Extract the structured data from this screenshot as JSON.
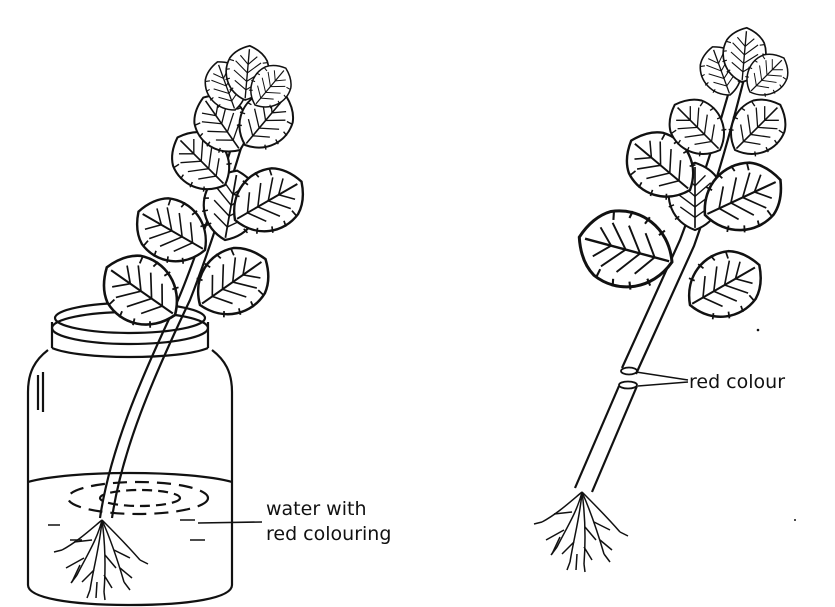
{
  "labels": {
    "water_line1": "water with",
    "water_line2": "red colouring",
    "red_colour": "red colour"
  },
  "colors": {
    "ink": "#111111",
    "background": "#ffffff"
  }
}
